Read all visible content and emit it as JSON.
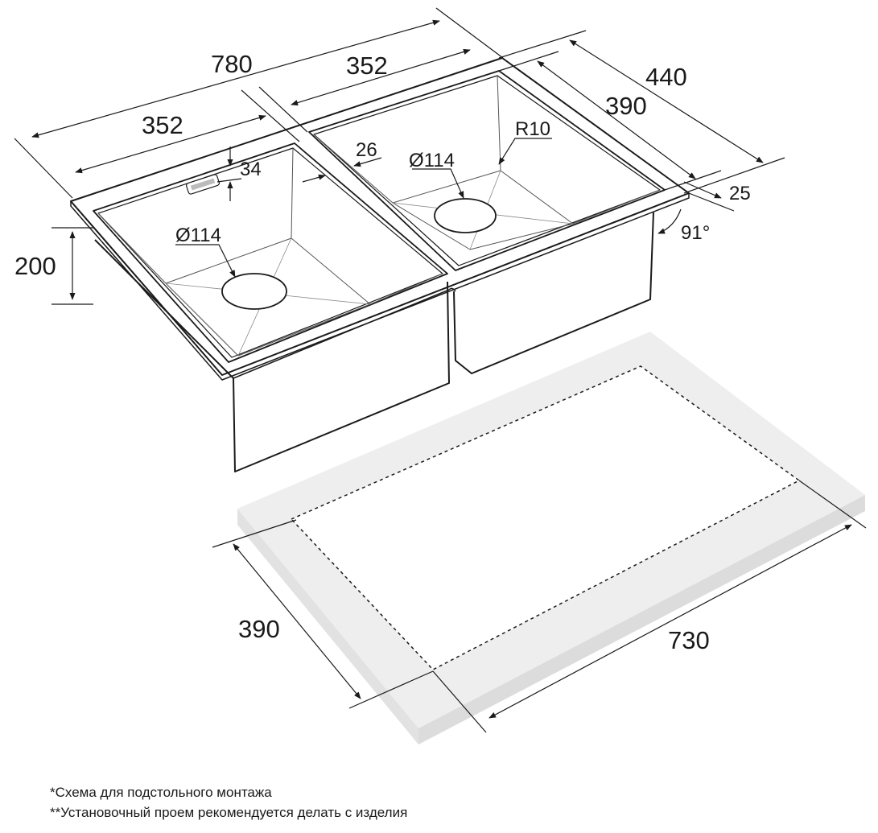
{
  "dimensions": {
    "total_length": "780",
    "bowl_width_left": "352",
    "bowl_width_right": "352",
    "total_depth": "440",
    "bowl_depth": "390",
    "height": "200",
    "rim_depth": "34",
    "divider": "26",
    "flange": "25",
    "corner_radius": "R10",
    "drain_left": "Ø114",
    "drain_right": "Ø114",
    "wall_angle": "91°",
    "cutout_depth": "390",
    "cutout_length": "730"
  },
  "notes": [
    "*Схема для подстольного монтажа",
    "**Установочный проем рекомендуется делать с изделия"
  ]
}
